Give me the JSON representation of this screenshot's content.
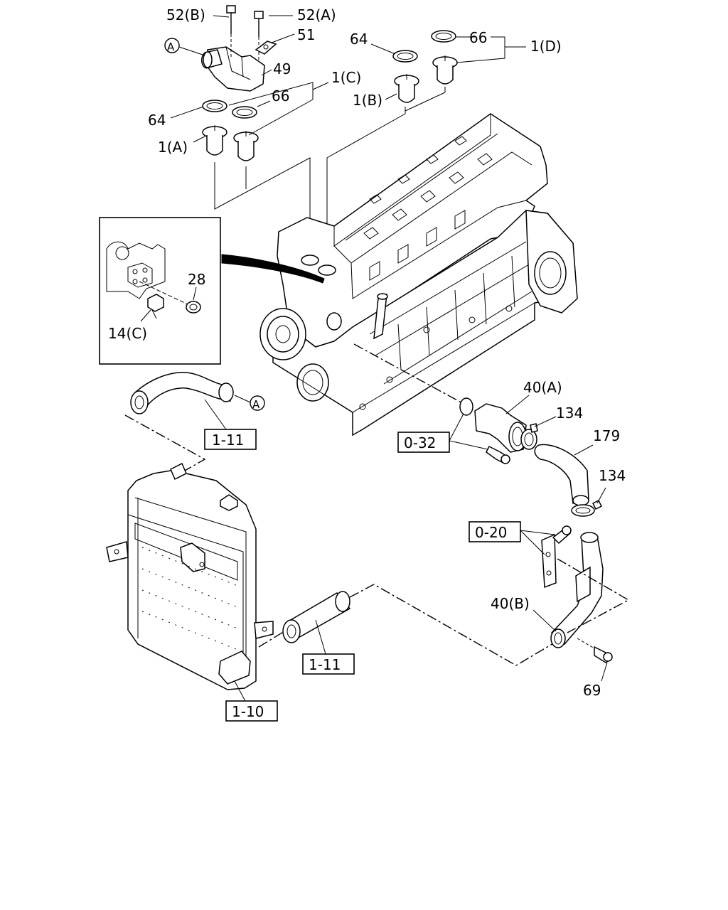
{
  "callouts": {
    "p52b": "52(B)",
    "p52a": "52(A)",
    "p51": "51",
    "p49": "49",
    "p1c": "1(C)",
    "p66a": "66",
    "p64a": "64",
    "p1a": "1(A)",
    "p64b": "64",
    "p66b": "66",
    "p1d": "1(D)",
    "p1b": "1(B)",
    "p28": "28",
    "p14c": "14(C)",
    "p40a": "40(A)",
    "p134a": "134",
    "p179": "179",
    "p134b": "134",
    "p40b": "40(B)",
    "p69": "69"
  },
  "boxed_refs": {
    "r111_top": "1-11",
    "r032": "0-32",
    "r020": "0-20",
    "r111_bottom": "1-11",
    "r110": "1-10"
  },
  "circle_markers": {
    "a_top": "A",
    "a_hose": "A"
  }
}
